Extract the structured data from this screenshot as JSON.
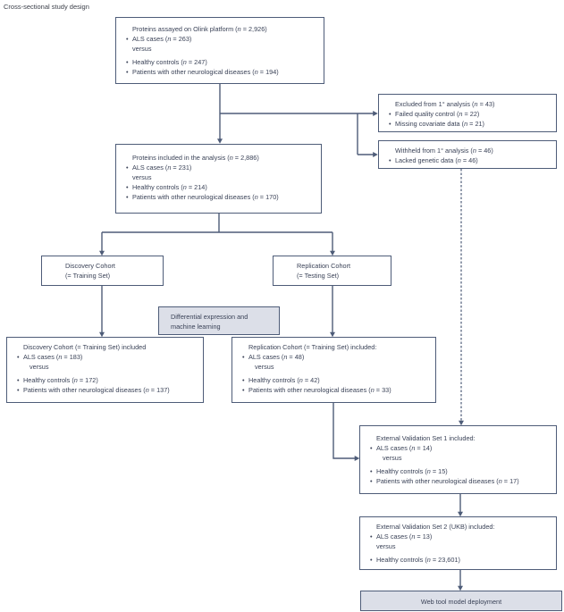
{
  "title": "Cross-sectional study design",
  "colors": {
    "line": "#4e5c78",
    "text": "#3a4257",
    "gray_fill": "#dcdfe8",
    "background": "#ffffff"
  },
  "boxes": [
    {
      "id": "olink-assay",
      "variant": "plain",
      "lines": [
        {
          "t": "Proteins assayed on Olink platform (n = 2,926)",
          "s": "head"
        },
        {
          "t": "ALS cases (n = 263)",
          "s": "bullet"
        },
        {
          "t": "versus",
          "s": "head"
        },
        {
          "t": "Healthy controls (n = 247)",
          "s": "bullet",
          "gap": true
        },
        {
          "t": "Patients with other neurological diseases (n = 194)",
          "s": "bullet"
        }
      ]
    },
    {
      "id": "excluded-primary",
      "variant": "plain",
      "lines": [
        {
          "t": "Excluded from 1° analysis (n = 43)",
          "s": "head"
        },
        {
          "t": "Failed quality control (n = 22)",
          "s": "bullet"
        },
        {
          "t": "Missing covariate data (n = 21)",
          "s": "bullet"
        }
      ]
    },
    {
      "id": "withheld-primary",
      "variant": "plain",
      "lines": [
        {
          "t": "Withheld from 1° analysis (n = 46)",
          "s": "head"
        },
        {
          "t": "Lacked genetic data (n = 46)",
          "s": "bullet"
        }
      ]
    },
    {
      "id": "included-analysis",
      "variant": "plain",
      "lines": [
        {
          "t": "Proteins included in the analysis (n = 2,886)",
          "s": "head"
        },
        {
          "t": "ALS cases (n = 231)",
          "s": "bullet"
        },
        {
          "t": "versus",
          "s": "head"
        },
        {
          "t": "Healthy controls (n = 214)",
          "s": "bullet"
        },
        {
          "t": "Patients with other neurological diseases (n = 170)",
          "s": "bullet"
        }
      ]
    },
    {
      "id": "discovery-cohort",
      "variant": "plain",
      "lines": [
        {
          "t": "Discovery Cohort",
          "s": "head"
        },
        {
          "t": "(= Training Set)",
          "s": "head"
        }
      ]
    },
    {
      "id": "replication-cohort",
      "variant": "plain",
      "lines": [
        {
          "t": "Replication Cohort",
          "s": "head"
        },
        {
          "t": "(= Testing Set)",
          "s": "head"
        }
      ]
    },
    {
      "id": "diff-expr-ml",
      "variant": "gray",
      "lines": [
        {
          "t": "Differential expression and",
          "s": "head"
        },
        {
          "t": "machine learning",
          "s": "head"
        }
      ]
    },
    {
      "id": "discovery-detail",
      "variant": "plain",
      "lines": [
        {
          "t": "Discovery Cohort (= Training Set) included",
          "s": "head"
        },
        {
          "t": "ALS cases (n = 183)",
          "s": "bullet"
        },
        {
          "t": "versus",
          "s": "indent"
        },
        {
          "t": "Healthy controls (n = 172)",
          "s": "bullet",
          "gap": true
        },
        {
          "t": "Patients with other neurological diseases (n = 137)",
          "s": "bullet"
        }
      ]
    },
    {
      "id": "replication-detail",
      "variant": "plain",
      "lines": [
        {
          "t": "Replication Cohort (= Training Set) included:",
          "s": "head"
        },
        {
          "t": "ALS cases (n = 48)",
          "s": "bullet"
        },
        {
          "t": "versus",
          "s": "indent"
        },
        {
          "t": "Healthy controls (n = 42)",
          "s": "bullet",
          "gap": true
        },
        {
          "t": "Patients with other neurological diseases (n = 33)",
          "s": "bullet"
        }
      ]
    },
    {
      "id": "ext-val-1",
      "variant": "plain",
      "lines": [
        {
          "t": "External Validation Set 1 included:",
          "s": "head"
        },
        {
          "t": "ALS cases (n = 14)",
          "s": "bullet"
        },
        {
          "t": "versus",
          "s": "indent"
        },
        {
          "t": "Healthy controls (n = 15)",
          "s": "bullet",
          "gap": true
        },
        {
          "t": "Patients with other neurological diseases (n = 17)",
          "s": "bullet"
        }
      ]
    },
    {
      "id": "ext-val-2",
      "variant": "plain",
      "lines": [
        {
          "t": "External Validation Set 2 (UKB) included:",
          "s": "head"
        },
        {
          "t": "ALS cases (n = 13)",
          "s": "bullet"
        },
        {
          "t": "versus",
          "s": "head"
        },
        {
          "t": "Healthy controls (n = 23,601)",
          "s": "bullet",
          "gap": true
        }
      ]
    },
    {
      "id": "web-tool",
      "variant": "gray",
      "lines": [
        {
          "t": "Web tool model deployment",
          "s": "head"
        }
      ]
    }
  ]
}
